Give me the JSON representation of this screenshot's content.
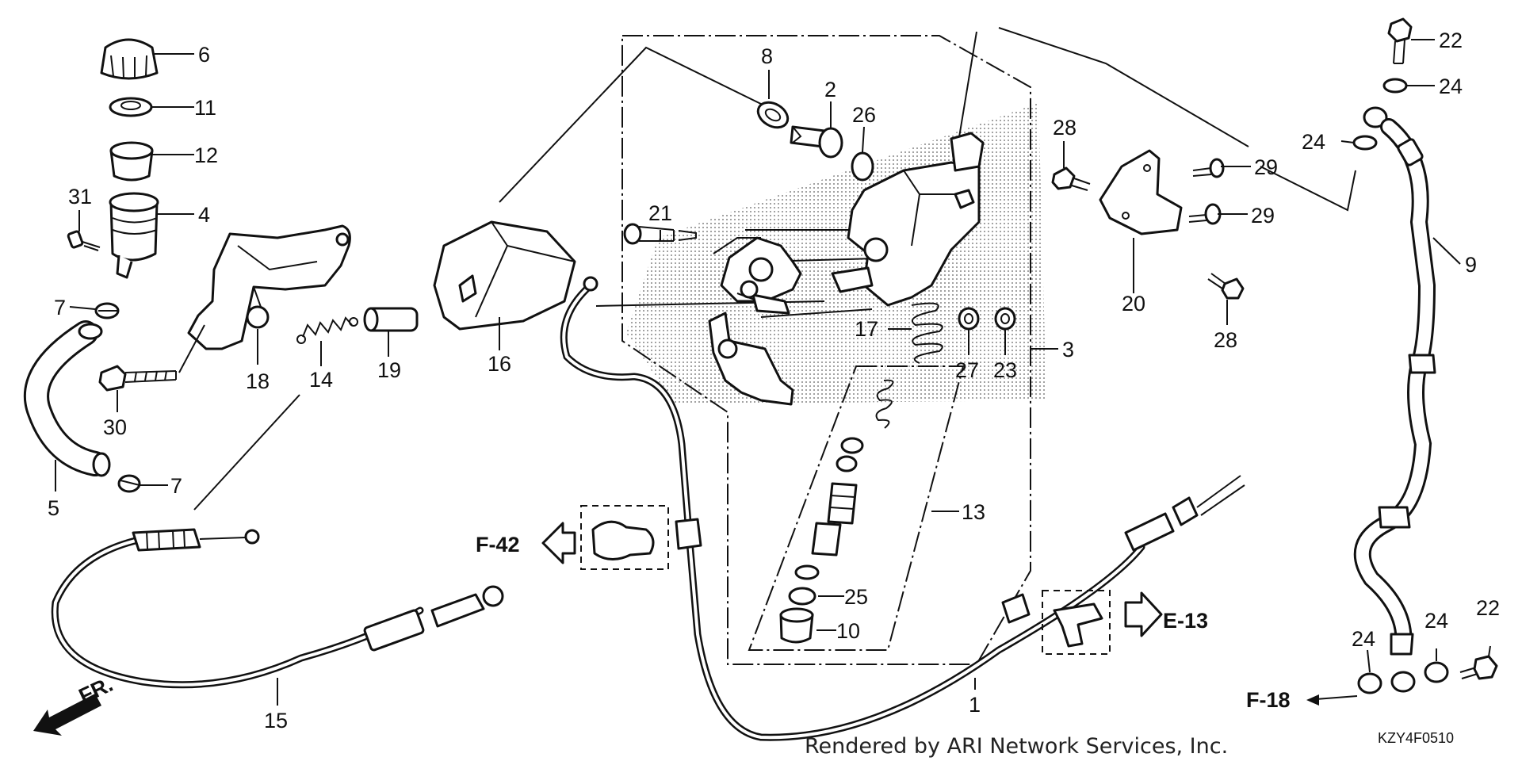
{
  "diagram": {
    "code": "KZY4F0510",
    "credit": "Rendered by ARI Network Services, Inc.",
    "front_label": "FR.",
    "refs": [
      "F-42",
      "E-13",
      "F-18"
    ],
    "callouts": [
      "1",
      "2",
      "3",
      "4",
      "5",
      "6",
      "7",
      "7",
      "8",
      "9",
      "10",
      "11",
      "12",
      "13",
      "14",
      "15",
      "16",
      "17",
      "18",
      "19",
      "20",
      "21",
      "22",
      "22",
      "23",
      "24",
      "24",
      "24",
      "24",
      "25",
      "26",
      "27",
      "28",
      "28",
      "29",
      "29",
      "30",
      "31"
    ]
  }
}
